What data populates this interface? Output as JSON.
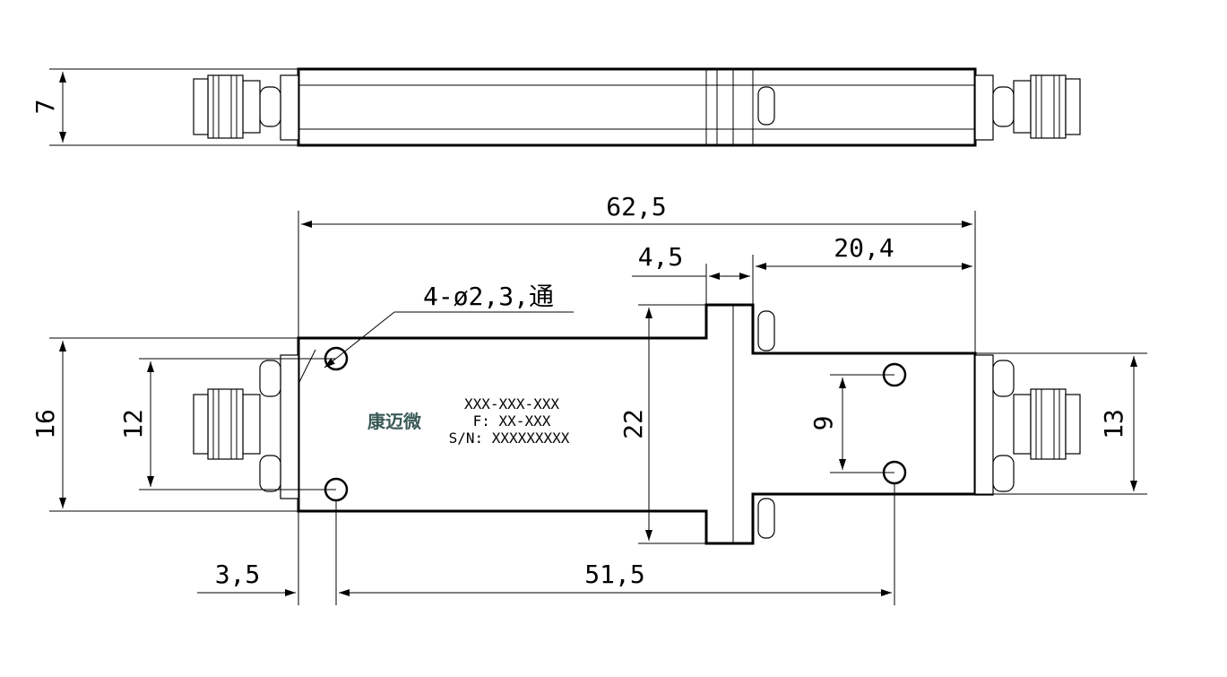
{
  "dimensions": {
    "height_side": "7",
    "total_length": "62,5",
    "flange_width": "4,5",
    "flange_offset": "20,4",
    "hole_callout": "4-ø2,3,通",
    "height_left": "16",
    "hole_spacing_left": "12",
    "flange_height": "22",
    "hole_spacing_right": "9",
    "height_right": "13",
    "hole_offset": "3,5",
    "hole_pitch": "51,5"
  },
  "label": {
    "logo": "康迈微",
    "model": "XXX-XXX-XXX",
    "frequency": "F: XX-XXX",
    "serial": "S/N: XXXXXXXXX"
  },
  "colors": {
    "line": "#000000",
    "logo": "#3a5a56",
    "background": "#ffffff"
  }
}
